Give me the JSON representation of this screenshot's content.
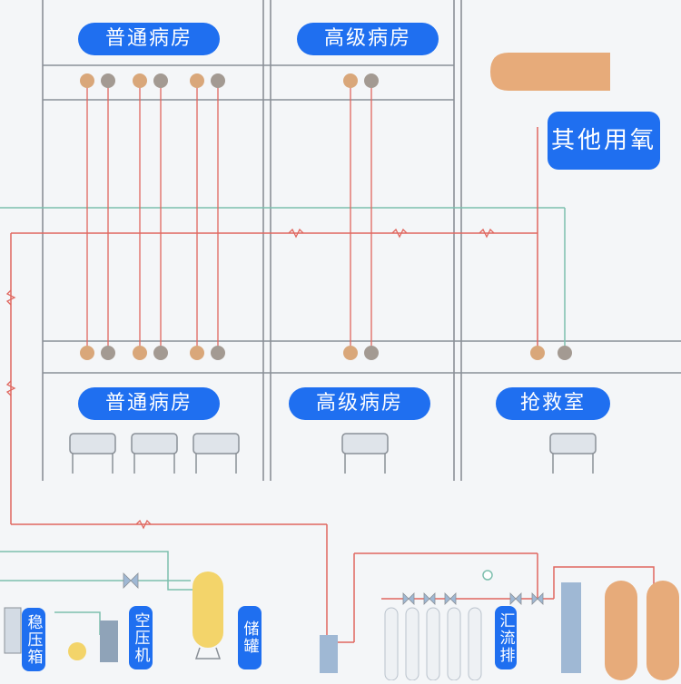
{
  "rooms": {
    "top_general": "普通病房",
    "top_advanced": "高级病房",
    "other_oxygen": "其他用氧",
    "bottom_general": "普通病房",
    "bottom_advanced": "高级病房",
    "rescue": "抢救室"
  },
  "equipment": {
    "buffer_tank": "稳压箱",
    "air_compressor": "空压机",
    "storage_tank": "储罐",
    "manifold": "汇流排"
  },
  "colors": {
    "label_blue": "#1f6ff0",
    "pipe_red": "#e0675f",
    "pipe_green": "#7dbfae",
    "wall_gray": "#8a9097",
    "outlet_tan": "#d9a77a",
    "outlet_gray": "#a39a92",
    "tank_orange": "#e7ab7a",
    "tank_yellow": "#f3d46a",
    "cylinder_white": "#eef1f4",
    "panel_blue": "#9fb8d4"
  },
  "icons": [
    "bed-icon",
    "valve-icon",
    "pressure-gauge-icon",
    "oxygen-cylinder-icon",
    "storage-tank-icon",
    "air-compressor-icon"
  ]
}
